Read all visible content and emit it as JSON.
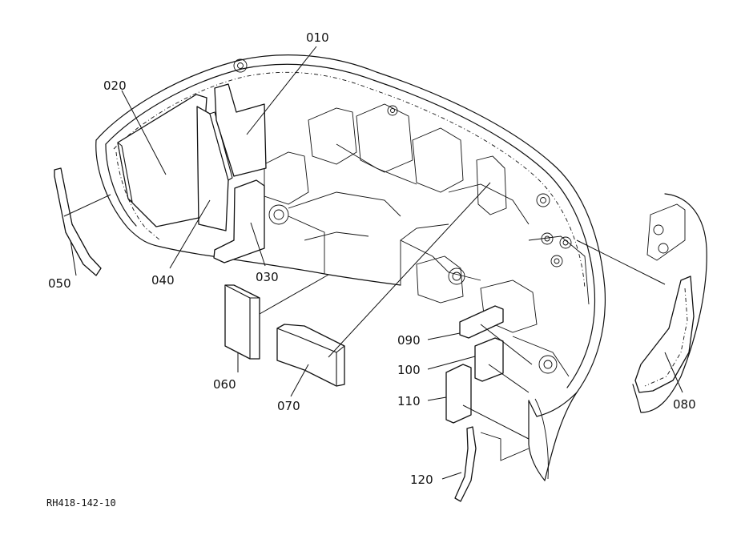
{
  "diagram": {
    "part_numbers": {
      "p010": "010",
      "p020": "020",
      "p030": "030",
      "p040": "040",
      "p050": "050",
      "p060": "060",
      "p070": "070",
      "p080": "080",
      "p090": "090",
      "p100": "100",
      "p110": "110",
      "p120": "120"
    },
    "drawing_code": "RH418-142-10"
  }
}
